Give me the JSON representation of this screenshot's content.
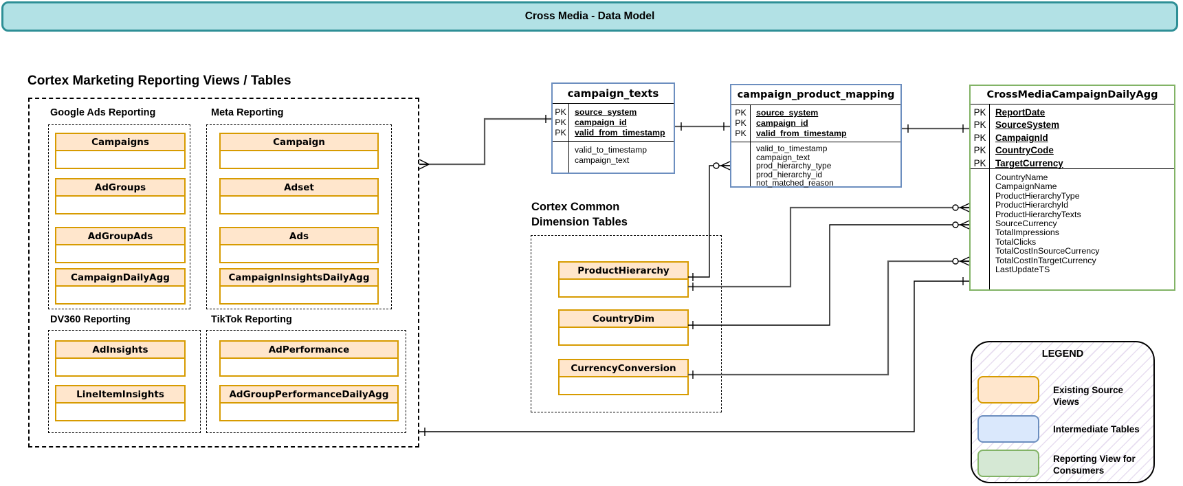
{
  "banner": {
    "title": "Cross Media - Data Model"
  },
  "marketing": {
    "heading": "Cortex Marketing Reporting Views / Tables",
    "groups": [
      {
        "label": "Google Ads Reporting",
        "tables": [
          "Campaigns",
          "AdGroups",
          "AdGroupAds",
          "CampaignDailyAgg"
        ]
      },
      {
        "label": "Meta Reporting",
        "tables": [
          "Campaign",
          "Adset",
          "Ads",
          "CampaignInsightsDailyAgg"
        ]
      },
      {
        "label": "DV360 Reporting",
        "tables": [
          "AdInsights",
          "LineItemInsights"
        ]
      },
      {
        "label": "TikTok Reporting",
        "tables": [
          "AdPerformance",
          "AdGroupPerformanceDailyAgg"
        ]
      }
    ]
  },
  "dimensions": {
    "heading_line1": "Cortex Common",
    "heading_line2": "Dimension Tables",
    "tables": [
      "ProductHierarchy",
      "CountryDim",
      "CurrencyConversion"
    ]
  },
  "er_tables": {
    "campaign_texts": {
      "title": "campaign_texts",
      "pk_label": "PK",
      "pk_fields": [
        "source_system",
        "campaign_id",
        "valid_from_timestamp"
      ],
      "fields": [
        "valid_to_timestamp",
        "campaign_text"
      ]
    },
    "campaign_product_mapping": {
      "title": "campaign_product_mapping",
      "pk_label": "PK",
      "pk_fields": [
        "source_system",
        "campaign_id",
        "valid_from_timestamp"
      ],
      "fields": [
        "valid_to_timestamp",
        "campaign_text",
        "prod_hierarchy_type",
        "prod_hierarchy_id",
        "not_matched_reason"
      ]
    },
    "cross_media_campaign_daily_agg": {
      "title": "CrossMediaCampaignDailyAgg",
      "pk_label": "PK",
      "pk_fields": [
        "ReportDate",
        "SourceSystem",
        "CampaignId",
        "CountryCode",
        "TargetCurrency"
      ],
      "fields": [
        "CountryName",
        "CampaignName",
        "ProductHierarchyType",
        "ProductHierarchyId",
        "ProductHierarchyTexts",
        "SourceCurrency",
        "TotalImpressions",
        "TotalClicks",
        "TotalCostInSourceCurrency",
        "TotalCostInTargetCurrency",
        "LastUpdateTS"
      ]
    }
  },
  "legend": {
    "title": "LEGEND",
    "items": [
      {
        "label": "Existing Source Views",
        "fill": "#ffe6cc",
        "border": "#d79b00"
      },
      {
        "label": "Intermediate Tables",
        "fill": "#dae8fc",
        "border": "#6c8ebf"
      },
      {
        "label": "Reporting View for Consumers",
        "fill": "#d5e8d4",
        "border": "#82b366"
      }
    ]
  },
  "colors": {
    "banner_fill": "#b2e1e5",
    "banner_border": "#2e8f96",
    "source_view_fill": "#ffe6cc",
    "source_view_border": "#d79b00",
    "intermediate_fill": "#dae8fc",
    "intermediate_border": "#6c8ebf",
    "reporting_fill": "#d5e8d4",
    "reporting_border": "#82b366",
    "connector": "#595959"
  }
}
